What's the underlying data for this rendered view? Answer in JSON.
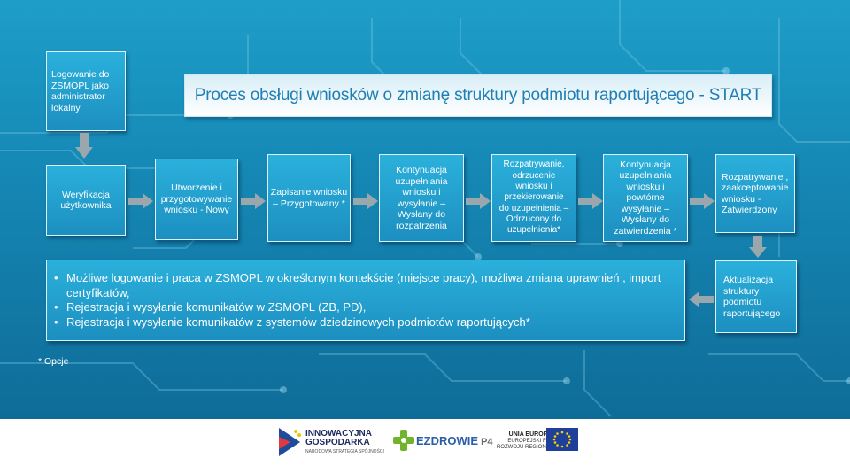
{
  "title": "Proces obsługi wniosków o zmianę struktury podmiotu raportującego - START",
  "login_box": "Logowanie do\nZSMOPL jako\nadministrator\nlokalny",
  "steps": [
    "Weryfikacja\nużytkownika",
    "Utworzenie i\nprzygotowywanie\nwniosku - Nowy",
    "Zapisanie wniosku\n– Przygotowany *",
    "Kontynuacja\nuzupełniania\nwniosku i\nwysyłanie –\nWysłany do\nrozpatrzenia",
    "Rozpatrywanie,\nodrzucenie\nwniosku i\nprzekierowanie\ndo uzupełnienia –\nOdrzucony do\nuzupełnienia*",
    "Kontynuacja\nuzupełniania\nwniosku i\npowtórne\nwysyłanie –\nWysłany do\nzatwierdzenia *",
    "Rozpatrywanie ,\nzaakceptowanie\nwniosku -\nZatwierdzony"
  ],
  "bullets": [
    "Możliwe logowanie i praca w ZSMOPL w określonym kontekście (miejsce pracy), możliwa zmiana uprawnień , import certyfikatów,",
    "Rejestracja i wysyłanie komunikatów w ZSMOPL (ZB, PD),",
    "Rejestracja i wysyłanie komunikatów z systemów dziedzinowych podmiotów raportujących*"
  ],
  "update_box": "Aktualizacja\nstruktury\npodmiotu\nraportującego",
  "footnote": "* Opcje",
  "logos": {
    "innowacyjna_line1": "INNOWACYJNA",
    "innowacyjna_line2": "GOSPODARKA",
    "innowacyjna_line3": "NARODOWA STRATEGIA SPÓJNOŚCI",
    "ezdrowie": "EZDROWIE",
    "ezdrowie_suffix": "P4",
    "ue_line1": "UNIA EUROPEJSKA",
    "ue_line2": "EUROPEJSKI FUNDUSZ",
    "ue_line3": "ROZWOJU REGIONALNEGO"
  },
  "colors": {
    "background": "#1586b3",
    "box_fill": "#23a1d0",
    "box_border": "#d9f1fb",
    "title_text": "#1f7fb4",
    "arrow": "#9aa7ad"
  }
}
